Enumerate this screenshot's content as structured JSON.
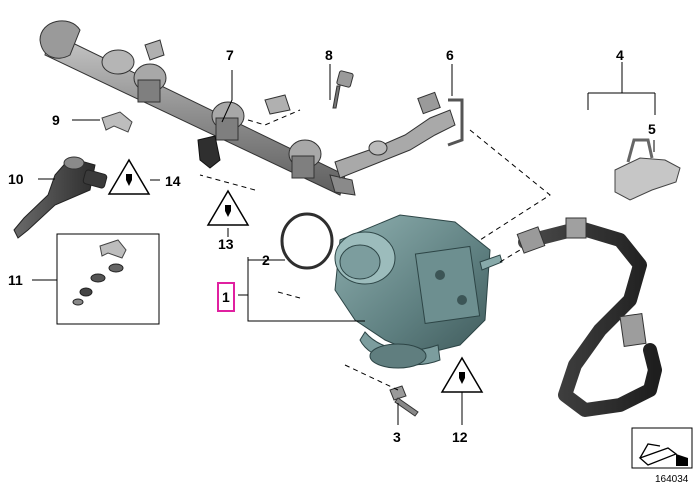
{
  "callouts": {
    "c1": "1",
    "c2": "2",
    "c3": "3",
    "c4": "4",
    "c5": "5",
    "c6": "6",
    "c7": "7",
    "c8": "8",
    "c9": "9",
    "c10": "10",
    "c11": "11",
    "c12": "12",
    "c13": "13",
    "c14": "14"
  },
  "highlight_color": "#e020a0",
  "figure_id": "164034",
  "icons": {
    "warning": "warning-triangle-connector-icon",
    "corner": "page-corner-arrow-icon"
  }
}
